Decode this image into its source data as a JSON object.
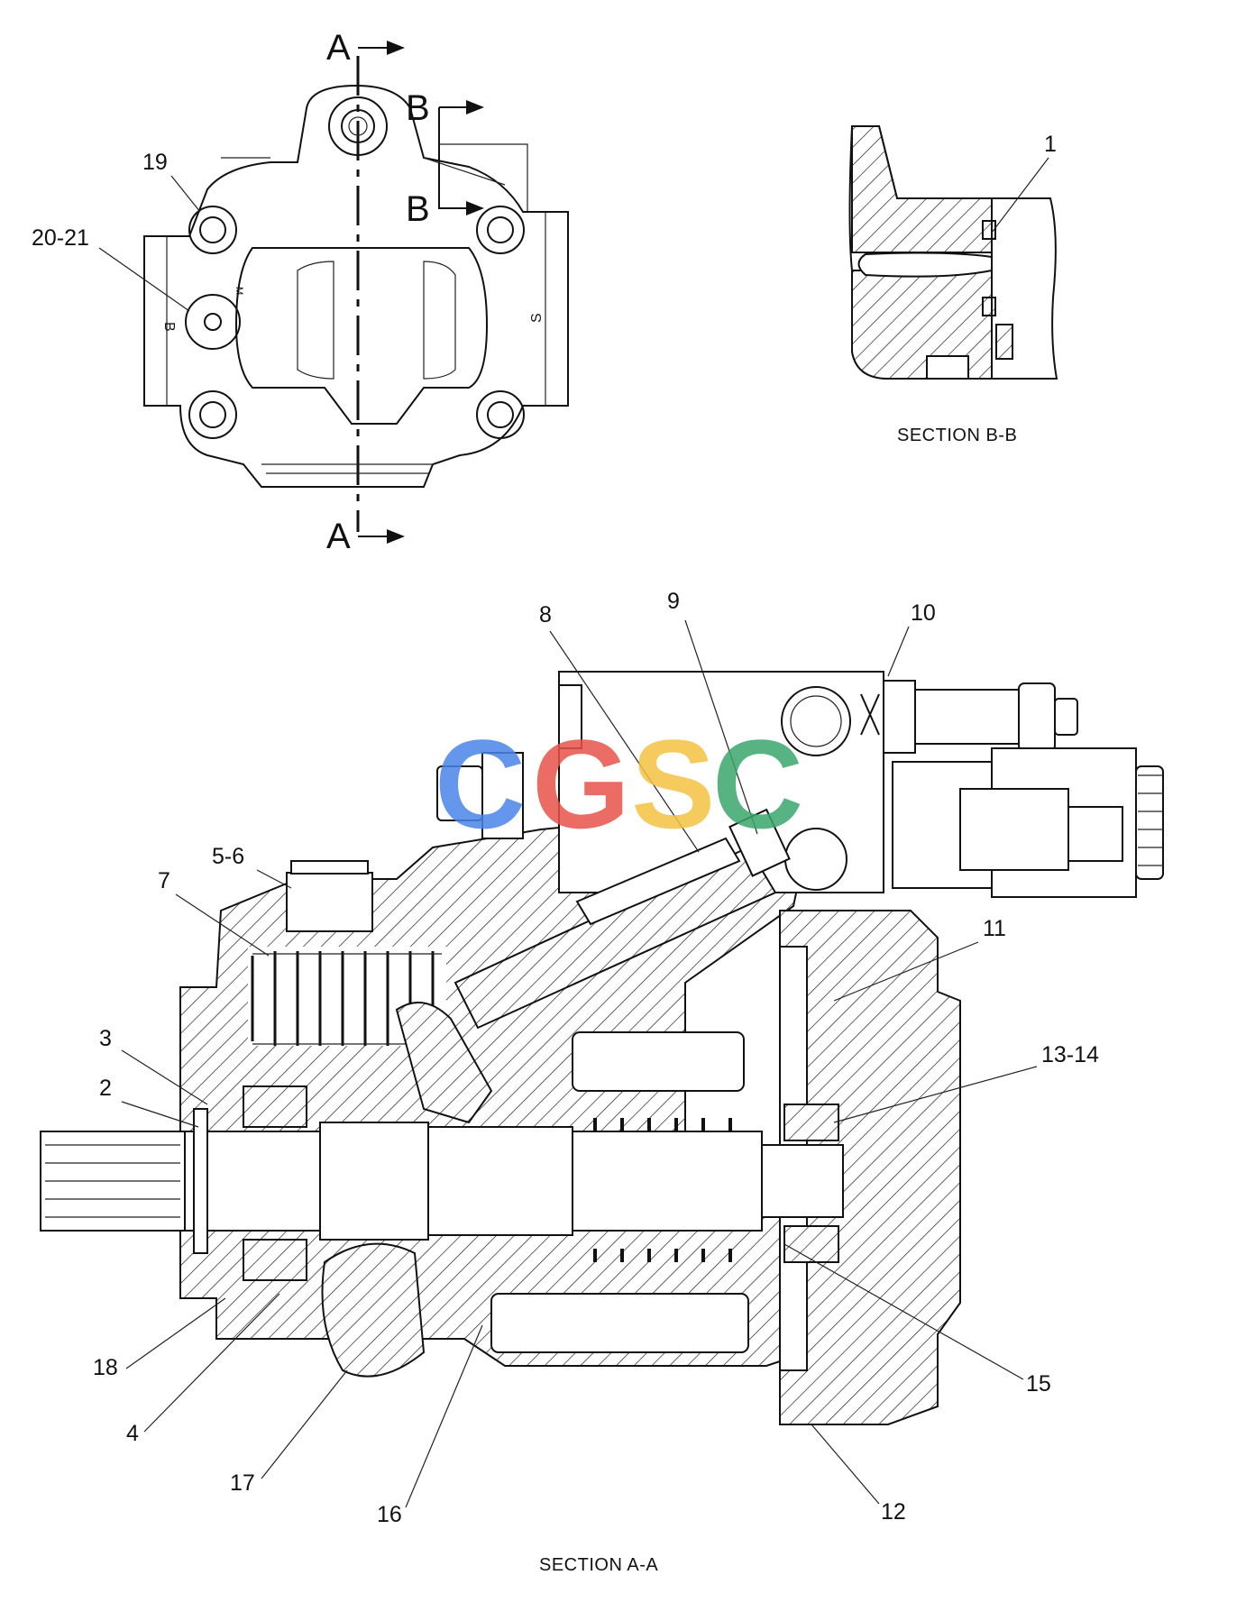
{
  "section_arrows": {
    "a_top": "A",
    "a_bottom": "A",
    "b_top": "B",
    "b_bottom": "B"
  },
  "port_marks": {
    "left": "B",
    "right": "S",
    "small": "M"
  },
  "captions": {
    "section_bb": "SECTION B-B",
    "section_aa": "SECTION A-A"
  },
  "callouts": [
    "19",
    "20-21",
    "1",
    "8",
    "9",
    "10",
    "5-6",
    "7",
    "11",
    "3",
    "13-14",
    "2",
    "18",
    "15",
    "4",
    "17",
    "16",
    "12"
  ],
  "watermark": {
    "letters": [
      "C",
      "G",
      "S",
      "C"
    ],
    "colors": [
      "#4a86e8",
      "#e8534a",
      "#f5c242",
      "#3aa76d"
    ]
  }
}
